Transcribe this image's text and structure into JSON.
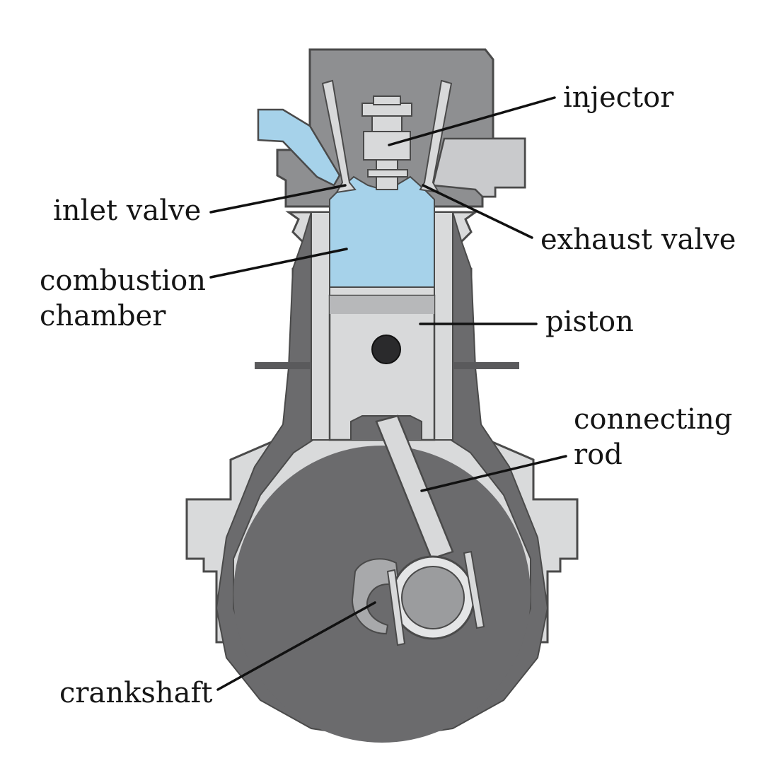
{
  "labels": {
    "injector": "injector",
    "inlet_valve": "inlet valve",
    "exhaust_valve": "exhaust valve",
    "combustion_chamber": [
      "combustion",
      "chamber"
    ],
    "piston": "piston",
    "connecting_rod": [
      "connecting",
      "rod"
    ],
    "crankshaft": "crankshaft"
  },
  "colors": {
    "housing": "#d9dadb",
    "housing_edge": "#4a4a4a",
    "head": "#8e8f91",
    "crankcase": "#6b6b6d",
    "chamber": "#a6d2ea",
    "piston": "#d8d9da",
    "leader": "#111111"
  }
}
